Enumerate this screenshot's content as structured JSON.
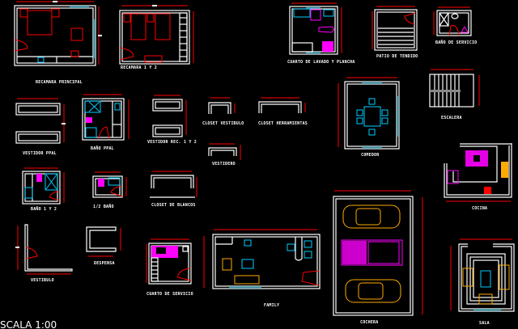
{
  "drawing": {
    "rooms": {
      "recamara_principal": "RECAMARA PRINCIPAL",
      "recamara_1_2": "RECAMARA 1 Y 2",
      "cuarto_lavado": "CUARTO DE LAVADO Y PLANCHA",
      "patio_tendido": "PATIO DE TENDIDO",
      "bano_servicio": "BAÑO DE SERVICIO",
      "vestidor_ppal": "VESTIDOR PPAL",
      "bano_ppal": "BAÑO PPAL",
      "vestidor_rec": "VESTIDOR REC. 1 Y 2",
      "closet_vestibulo": "CLOSET VESTIBULO",
      "closet_herramientas": "CLOSET HERRAMIENTAS",
      "comedor": "COMEDOR",
      "escalera": "ESCALERA",
      "vestidero": "VESTIDERO",
      "cocina": "COCINA",
      "bano_1_2": "BAÑO 1 Y 2",
      "medio_bano": "1/2 BAÑO",
      "closet_blancos": "CLOSET DE BLANCOS",
      "vestibulo": "VESTIBULO",
      "despensa": "DESPENSA",
      "cuarto_servicio": "CUARTO DE SERVICIO",
      "family": "FAMILY",
      "cochera": "COCHERA",
      "sala": "SALA"
    },
    "scale": "SCALA 1:00",
    "colors": {
      "background": "#000000",
      "walls": "#ffffff",
      "dimensions": "#ff0000",
      "fixtures": "#00ccff",
      "furniture": "#ff00ff",
      "vehicles": "#ffaa00"
    }
  }
}
